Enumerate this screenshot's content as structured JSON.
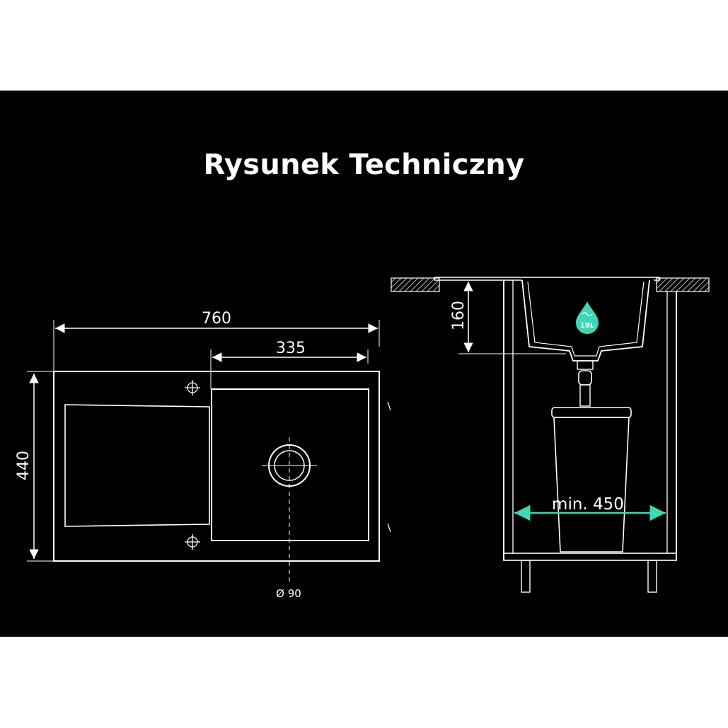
{
  "title": "Rysunek Techniczny",
  "top_view": {
    "width_label": "760",
    "bowl_width_label": "335",
    "height_label": "440",
    "drain_label": "Ø 90"
  },
  "side_view": {
    "depth_label": "160",
    "cabinet_label": "min. 450",
    "capacity_label": "19L"
  },
  "colors": {
    "background": "#000000",
    "page": "#ffffff",
    "line": "#ffffff",
    "accent": "#3fd6b6"
  }
}
